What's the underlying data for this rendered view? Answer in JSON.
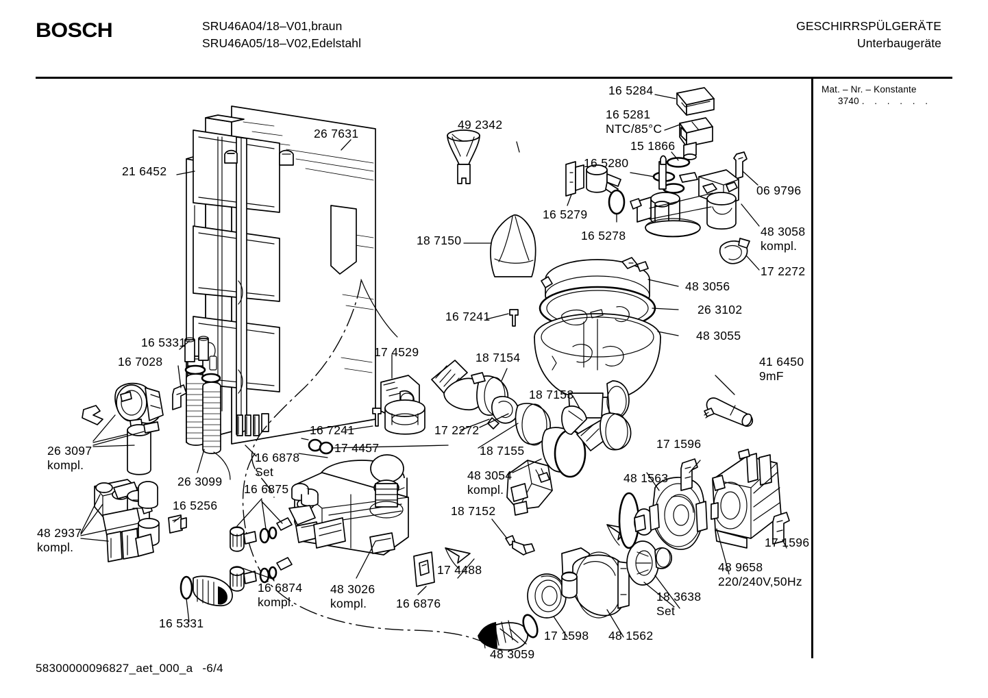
{
  "header": {
    "brand": "BOSCH",
    "model_line_1": "SRU46A04/18–V01,braun",
    "model_line_2": "SRU46A05/18–V02,Edelstahl",
    "category_line_1": "GESCHIRRSPÜLGERÄTE",
    "category_line_2": "Unterbaugeräte"
  },
  "legend": {
    "title": "Mat. – Nr. – Konstante",
    "value": "3740",
    "dots": ". .   . . . ."
  },
  "footer": {
    "drawing_number": "58300000096827_aet_000_a",
    "page": "-6/4"
  },
  "callouts": [
    {
      "id": "c01",
      "text": "21 6452"
    },
    {
      "id": "c02",
      "text": "26 7631"
    },
    {
      "id": "c03",
      "text": "49 2342"
    },
    {
      "id": "c04",
      "text": "18 7150"
    },
    {
      "id": "c05",
      "text": "16 5284"
    },
    {
      "id": "c06",
      "text": "16 5281",
      "sub": "NTC/85°C"
    },
    {
      "id": "c07",
      "text": "15 1866"
    },
    {
      "id": "c08",
      "text": "16 5280"
    },
    {
      "id": "c09",
      "text": "16 5279"
    },
    {
      "id": "c10",
      "text": "16 5278"
    },
    {
      "id": "c11",
      "text": "06 9796"
    },
    {
      "id": "c12",
      "text": "48 3058",
      "sub": "kompl."
    },
    {
      "id": "c13",
      "text": "17 2272"
    },
    {
      "id": "c14",
      "text": "48 3056"
    },
    {
      "id": "c15",
      "text": "26 3102"
    },
    {
      "id": "c16",
      "text": "48 3055"
    },
    {
      "id": "c17",
      "text": "41 6450",
      "sub": "9mF"
    },
    {
      "id": "c18",
      "text": "16 7241"
    },
    {
      "id": "c19",
      "text": "18 7154"
    },
    {
      "id": "c20",
      "text": "18 7153"
    },
    {
      "id": "c21",
      "text": "17 4529"
    },
    {
      "id": "c22",
      "text": "16 5331"
    },
    {
      "id": "c23",
      "text": "16 7028"
    },
    {
      "id": "c24",
      "text": "26 3097",
      "sub": "kompl."
    },
    {
      "id": "c25",
      "text": "26 3099"
    },
    {
      "id": "c26",
      "text": "16 5256"
    },
    {
      "id": "c27",
      "text": "48 2937",
      "sub": "kompl."
    },
    {
      "id": "c28",
      "text": "16 5331"
    },
    {
      "id": "c29",
      "text": "16 7241"
    },
    {
      "id": "c30",
      "text": "17 2272"
    },
    {
      "id": "c31",
      "text": "17 4457"
    },
    {
      "id": "c32",
      "text": "16 6878",
      "sub": "Set"
    },
    {
      "id": "c33",
      "text": "16 6875"
    },
    {
      "id": "c34",
      "text": "16 6874",
      "sub": "kompl."
    },
    {
      "id": "c35",
      "text": "48 3026",
      "sub": "kompl."
    },
    {
      "id": "c36",
      "text": "16 6876"
    },
    {
      "id": "c37",
      "text": "17 4488"
    },
    {
      "id": "c38",
      "text": "18 7155"
    },
    {
      "id": "c39",
      "text": "48 3054",
      "sub": "kompl."
    },
    {
      "id": "c40",
      "text": "18 7152"
    },
    {
      "id": "c41",
      "text": "48 3059"
    },
    {
      "id": "c42",
      "text": "17 1598"
    },
    {
      "id": "c43",
      "text": "48 1562"
    },
    {
      "id": "c44",
      "text": "18 3638",
      "sub": "Set"
    },
    {
      "id": "c45",
      "text": "48 1563"
    },
    {
      "id": "c46",
      "text": "17 1596"
    },
    {
      "id": "c47",
      "text": "17 1596"
    },
    {
      "id": "c48",
      "text": "48 9658",
      "sub": "220/240V,50Hz"
    }
  ]
}
